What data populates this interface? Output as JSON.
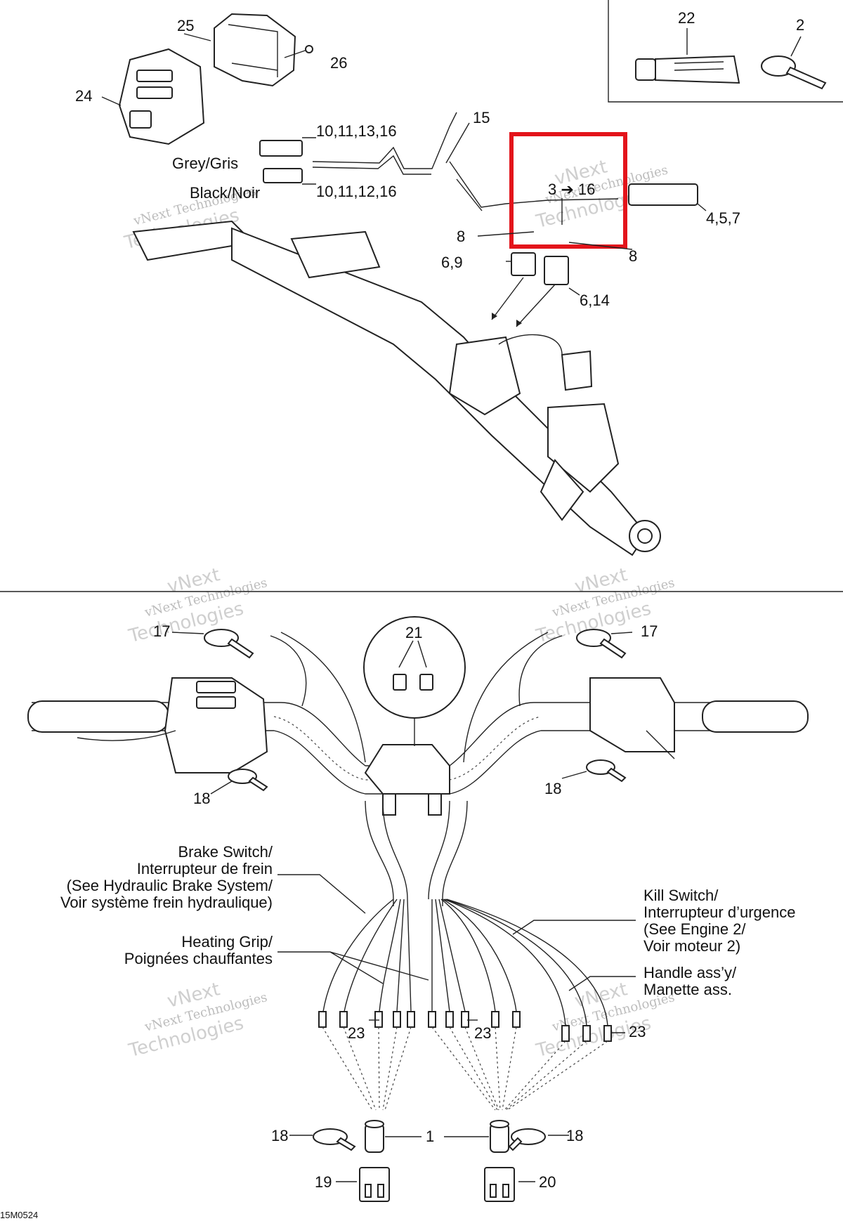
{
  "callouts": {
    "p25": "25",
    "p26": "26",
    "p24": "24",
    "p22": "22",
    "p2": "2",
    "p15": "15",
    "c_10_11_13_16": "10,11,13,16",
    "c_10_11_12_16": "10,11,12,16",
    "grey": "Grey/Gris",
    "black": "Black/Noir",
    "c_3_16": "3 ➔ 16",
    "c_4_5_7": "4,5,7",
    "p8a": "8",
    "p8b": "8",
    "c_6_9": "6,9",
    "c_6_14": "6,14",
    "p21": "21",
    "p17a": "17",
    "p17b": "17",
    "p18a": "18",
    "p18b": "18",
    "p18c": "18",
    "p18d": "18",
    "p23a": "23",
    "p23b": "23",
    "p23c": "23",
    "p1": "1",
    "p19": "19",
    "p20": "20",
    "fig_code": "15M0524"
  },
  "notes": {
    "brake_1": "Brake Switch/",
    "brake_2": "Interrupteur de frein",
    "brake_3": "(See Hydraulic Brake System/",
    "brake_4": "Voir système frein hydraulique)",
    "heat_1": "Heating Grip/",
    "heat_2": "Poignées chauffantes",
    "kill_1": "Kill Switch/",
    "kill_2": "Interrupteur d’urgence",
    "kill_3": "(See Engine 2/",
    "kill_4": "Voir moteur 2)",
    "handle_1": "Handle ass’y/",
    "handle_2": "Manette ass."
  },
  "watermark": {
    "line1": "vNext",
    "line2": "vNext Technologies",
    "line3": "Technologies"
  },
  "colors": {
    "highlight": "#e3141b",
    "ink": "#222222"
  }
}
